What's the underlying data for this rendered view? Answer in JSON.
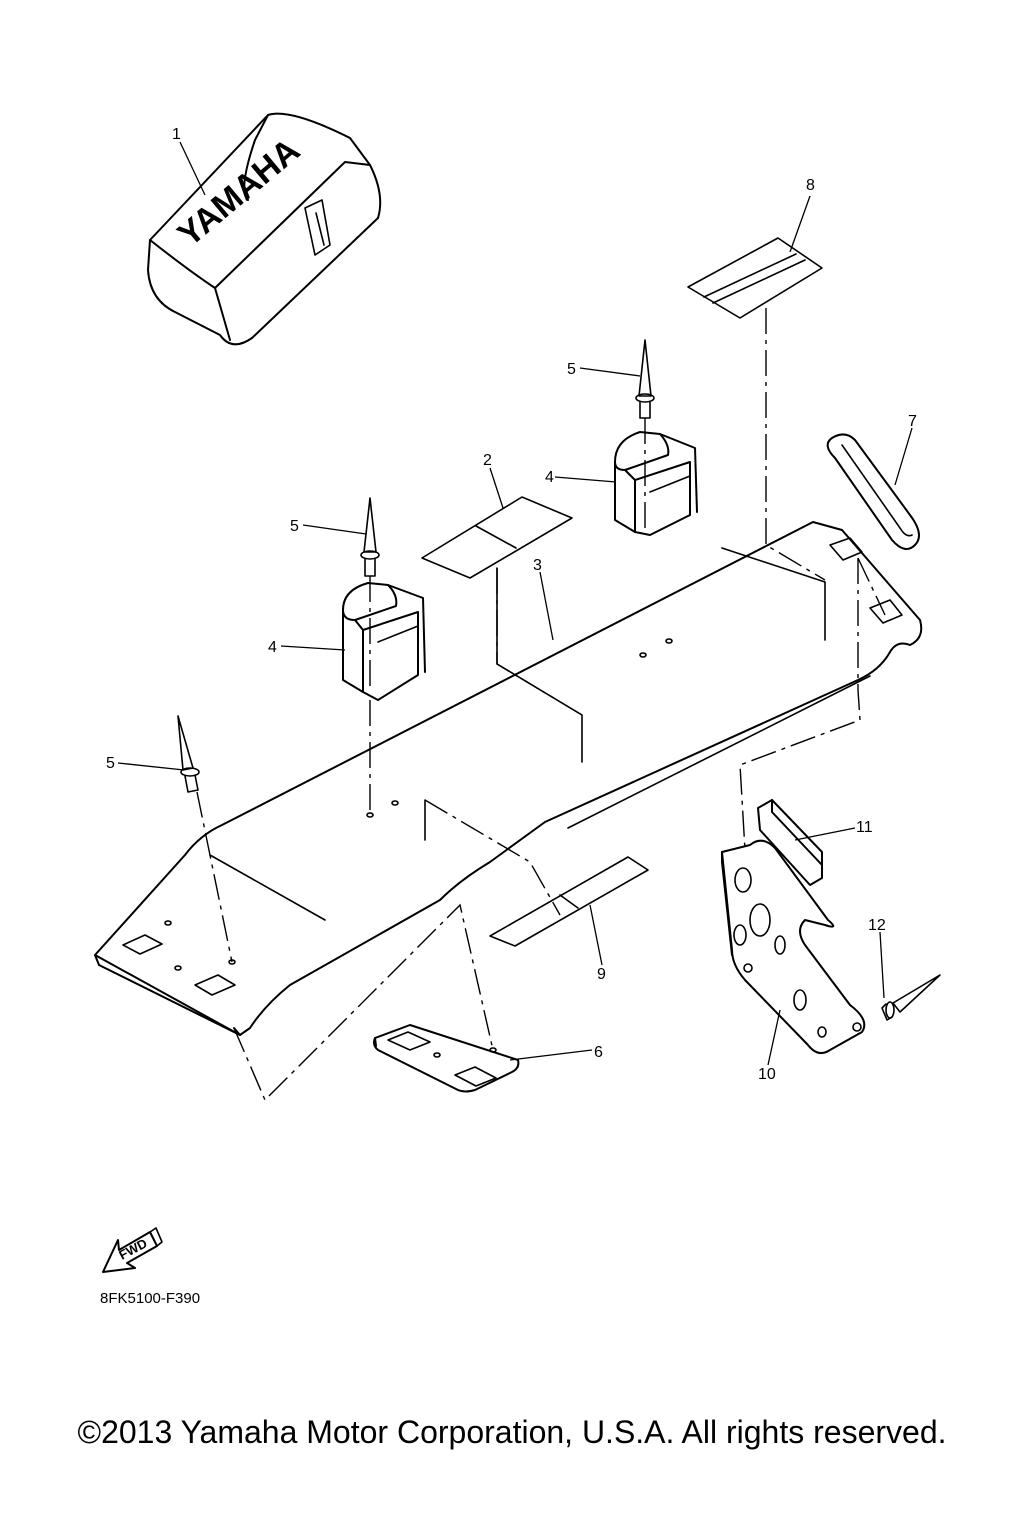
{
  "diagram": {
    "cover_brand": "YAMAHA",
    "fwd_label": "FWD",
    "drawing_code": "8FK5100-F390",
    "callouts": [
      {
        "id": "c1",
        "label": "1"
      },
      {
        "id": "c2",
        "label": "2"
      },
      {
        "id": "c3",
        "label": "3"
      },
      {
        "id": "c4a",
        "label": "4"
      },
      {
        "id": "c4b",
        "label": "4"
      },
      {
        "id": "c5a",
        "label": "5"
      },
      {
        "id": "c5b",
        "label": "5"
      },
      {
        "id": "c5c",
        "label": "5"
      },
      {
        "id": "c6",
        "label": "6"
      },
      {
        "id": "c7",
        "label": "7"
      },
      {
        "id": "c8",
        "label": "8"
      },
      {
        "id": "c9",
        "label": "9"
      },
      {
        "id": "c10",
        "label": "10"
      },
      {
        "id": "c11",
        "label": "11"
      },
      {
        "id": "c12",
        "label": "12"
      }
    ]
  },
  "footer": {
    "copyright": "©2013 Yamaha Motor Corporation, U.S.A. All rights reserved."
  }
}
